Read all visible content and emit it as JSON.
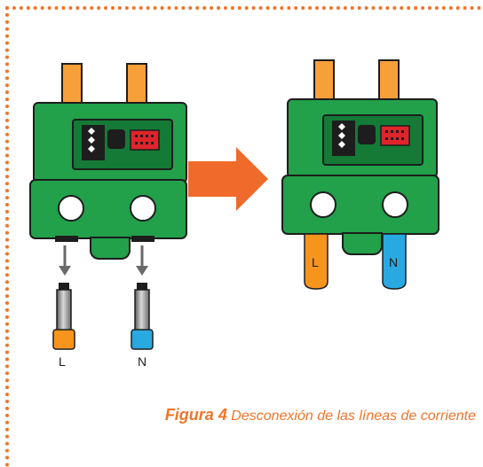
{
  "colors": {
    "accent": "#f0742a",
    "housing": "#22a04a",
    "housing_dark": "#147a36",
    "pin": "#f7a03a",
    "ferrule_orange": "#f7941d",
    "ferrule_blue": "#29a9e1",
    "latch_red": "#e0242c",
    "arrow_gray": "#6a6a6a"
  },
  "left_connector": {
    "wire_left_label": "L",
    "wire_right_label": "N"
  },
  "right_connector": {
    "wire_left_label": "L",
    "wire_right_label": "N"
  },
  "caption": {
    "figure": "Figura 4",
    "text": "Desconexión de las líneas de corriente"
  }
}
